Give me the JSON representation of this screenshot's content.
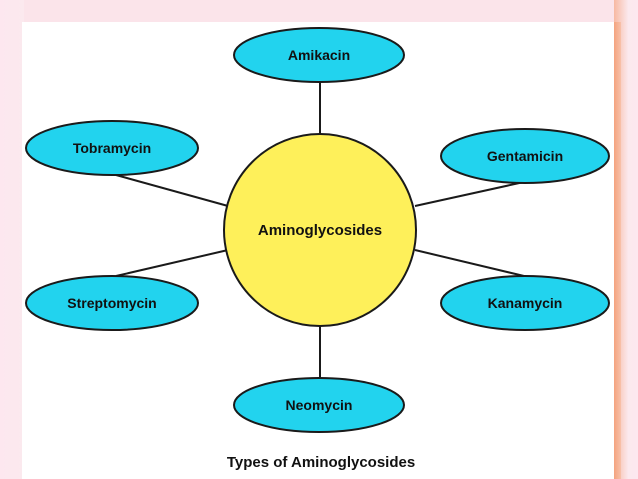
{
  "center": {
    "label": "Aminoglycosides"
  },
  "nodes": [
    {
      "label": "Amikacin"
    },
    {
      "label": "Gentamicin"
    },
    {
      "label": "Kanamycin"
    },
    {
      "label": "Neomycin"
    },
    {
      "label": "Streptomycin"
    },
    {
      "label": "Tobramycin"
    }
  ],
  "caption": "Types of Aminoglycosides",
  "colors": {
    "node_fill": "#22d3ee",
    "center_fill": "#fef05a",
    "stroke": "#1a1a1a",
    "accent_strip": "#f4a37f"
  }
}
